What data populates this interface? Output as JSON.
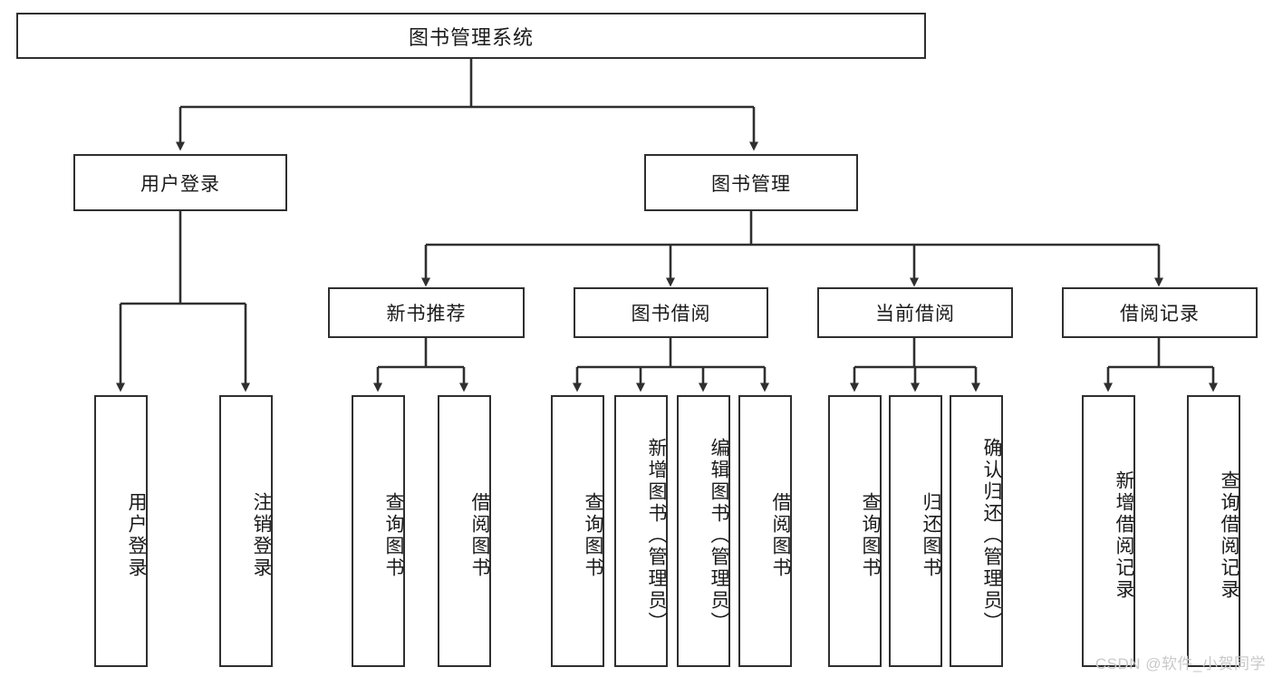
{
  "diagram": {
    "title": "图书管理系统",
    "type": "tree-hierarchy-diagram",
    "root": {
      "label": "图书管理系统"
    },
    "level2": [
      {
        "label": "用户登录"
      },
      {
        "label": "图书管理"
      }
    ],
    "level3": [
      {
        "label": "新书推荐"
      },
      {
        "label": "图书借阅"
      },
      {
        "label": "当前借阅"
      },
      {
        "label": "借阅记录"
      }
    ],
    "leaves": {
      "user_login": [
        {
          "label": "用户登录"
        },
        {
          "label": "注销登录"
        }
      ],
      "new_book_recommend": [
        {
          "label": "查询图书"
        },
        {
          "label": "借阅图书"
        }
      ],
      "book_borrow": [
        {
          "label": "查询图书"
        },
        {
          "label": "新增图书（管理员）"
        },
        {
          "label": "编辑图书（管理员）"
        },
        {
          "label": "借阅图书"
        }
      ],
      "current_borrow": [
        {
          "label": "查询图书"
        },
        {
          "label": "归还图书"
        },
        {
          "label": "确认归还（管理员）"
        }
      ],
      "borrow_record": [
        {
          "label": "新增借阅记录"
        },
        {
          "label": "查询借阅记录"
        }
      ]
    }
  },
  "watermark": {
    "text": "CSDN @软件_小贺同学"
  },
  "colors": {
    "stroke": "#2f2f2f",
    "fill": "#ffffff",
    "text": "#1a1a1a",
    "watermark": "#c9c9c9"
  }
}
